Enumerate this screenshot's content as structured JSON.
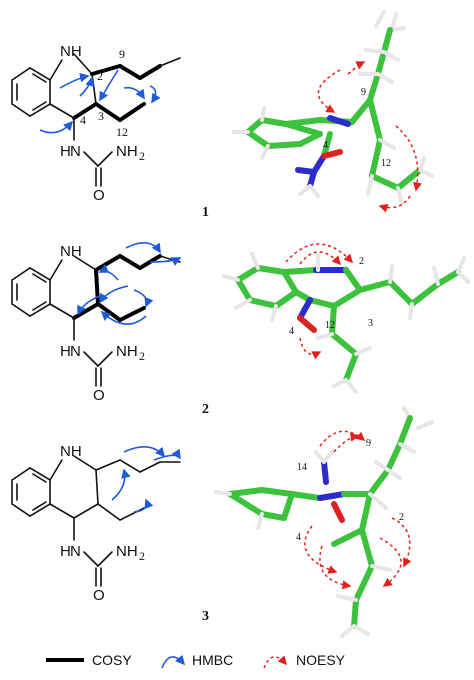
{
  "compounds": [
    {
      "id": "1",
      "label": "1",
      "atom_numbers": [
        "2",
        "3",
        "4",
        "9",
        "12"
      ],
      "model_numbers": [
        "9",
        "4",
        "12"
      ]
    },
    {
      "id": "2",
      "label": "2",
      "atom_numbers": [],
      "model_numbers": [
        "2",
        "4",
        "12",
        "3"
      ]
    },
    {
      "id": "3",
      "label": "3",
      "atom_numbers": [],
      "model_numbers": [
        "14",
        "9",
        "2",
        "4"
      ]
    }
  ],
  "atoms": {
    "nh": "NH",
    "h": "H",
    "n": "N",
    "nh2": "NH",
    "sub2": "2",
    "o": "O"
  },
  "legend": [
    {
      "label": "COSY",
      "style": "black-line"
    },
    {
      "label": "HMBC",
      "style": "blue-arrow"
    },
    {
      "label": "NOESY",
      "style": "red-dashed-arrow"
    }
  ],
  "colors": {
    "cosy": "#000000",
    "hmbc": "#1f5bd8",
    "noesy": "#e0201b",
    "carbon": "#3cc23c",
    "nitrogen": "#2c2ccc",
    "oxygen": "#dd2222",
    "hydrogen": "#e6e6e6"
  }
}
